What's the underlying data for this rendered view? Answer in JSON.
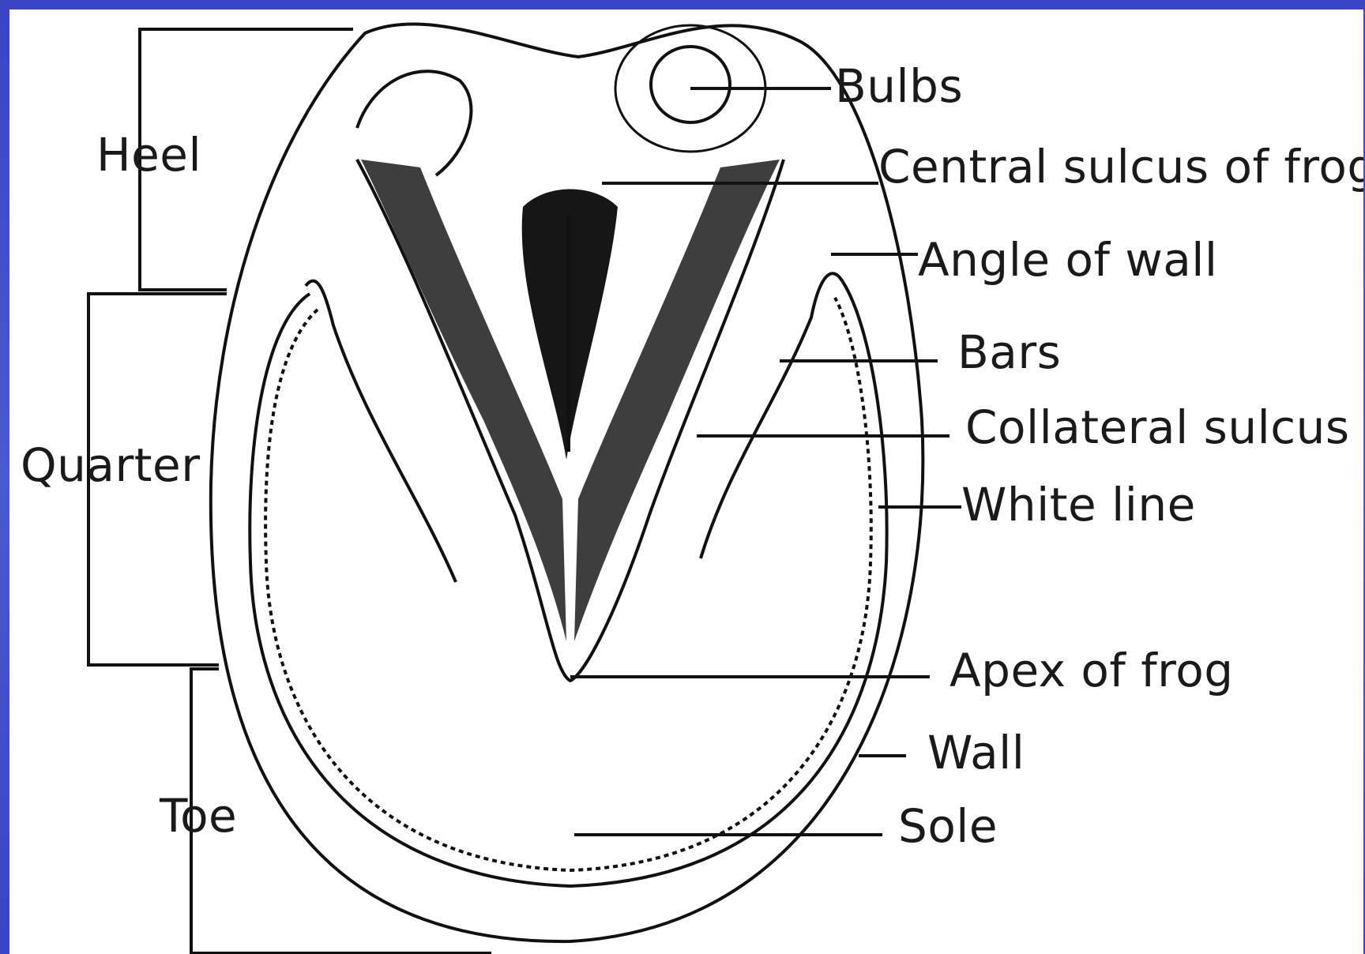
{
  "colors": {
    "frame": "#3a44c4",
    "background": "#ffffff",
    "ink": "#111111"
  },
  "labels": {
    "heel": "Heel",
    "quarter": "Quarter",
    "toe": "Toe",
    "bulbs": "Bulbs",
    "central_sulcus": "Central sulcus of frog",
    "angle_of_wall": "Angle of wall",
    "bars": "Bars",
    "collateral_sulcus": "Collateral sulcus",
    "white_line": "White line",
    "apex_of_frog": "Apex of frog",
    "wall": "Wall",
    "sole": "Sole"
  }
}
